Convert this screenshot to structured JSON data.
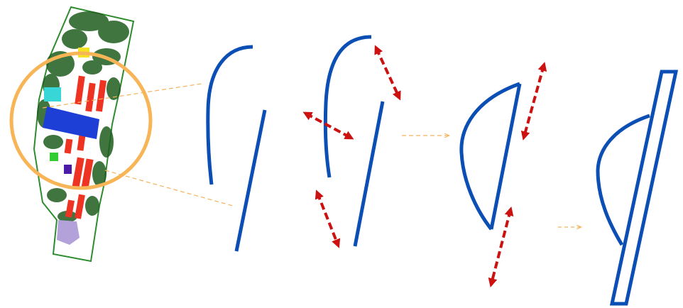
{
  "colors": {
    "stroke_blue": "#0b4fb5",
    "arrow_red": "#cc1111",
    "connector_orange": "#f5b25c",
    "circle_orange": "#f7b557",
    "map_outline_green": "#2e8b2e",
    "tree_green": "#1f5e1f",
    "building_red": "#ee3322",
    "road_blue": "#1d3fd6",
    "cyan_block": "#38d6d6",
    "yellow_block": "#f4e225",
    "light_green_block": "#33cc33",
    "purple_block": "#4b1aa8",
    "lavender_block": "#b3a2d9"
  },
  "panels": [
    {
      "name": "site-sketch-map"
    },
    {
      "name": "step-1-two-strokes"
    },
    {
      "name": "step-2-strokes-with-arrows"
    },
    {
      "name": "step-3-half-dome"
    },
    {
      "name": "step-4-final-form"
    }
  ],
  "icons": [
    "double-headed-arrow-icon",
    "dashed-connector-arrow-icon"
  ]
}
